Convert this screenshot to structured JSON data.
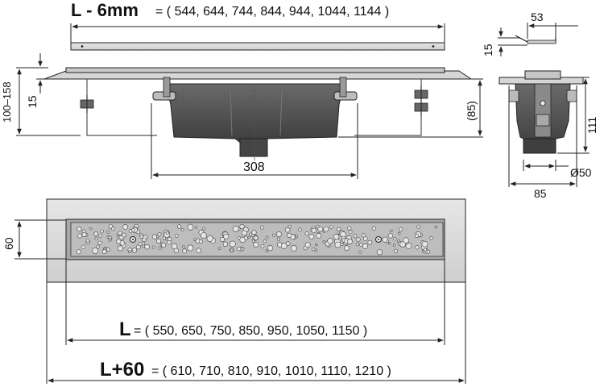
{
  "top_dim": {
    "label": "L - 6mm",
    "values": "= ( 544, 644, 744, 844, 944, 1044, 1144 )"
  },
  "side_view_dims": {
    "height_range": "100–158",
    "flange": "15",
    "depth": "(85)",
    "width": "308"
  },
  "cross_section_dims": {
    "top_width": "53",
    "top_flange": "15",
    "height": "111",
    "outlet_diameter": "Ø50",
    "base_width": "85"
  },
  "plan_view_dims": {
    "grate_width": "60"
  },
  "bottom_dims": {
    "l_label": "L",
    "l_values": "= ( 550, 650, 750, 850, 950, 1050, 1150 )",
    "l60_label": "L+60",
    "l60_values": "= ( 610, 710, 810, 910, 1010, 1110, 1210 )"
  },
  "colors": {
    "line": "#222222",
    "plate": "#dcdcdc",
    "grate": "#b9b9b9",
    "body": "#4f4f4f"
  }
}
